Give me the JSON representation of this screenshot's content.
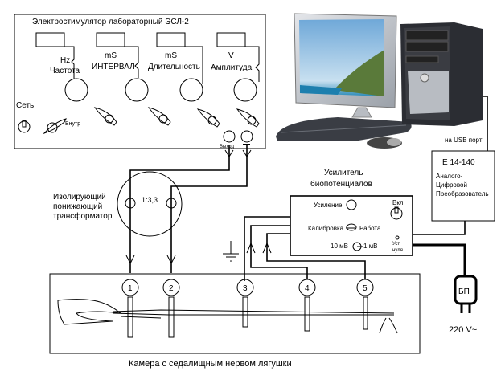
{
  "stimulator": {
    "title": "Электростимулятор лабораторный ЭСЛ-2",
    "controls": [
      {
        "unit": "Hz",
        "label": "Частота"
      },
      {
        "unit": "mS",
        "label": "ИНТЕРВАЛ"
      },
      {
        "unit": "mS",
        "label": "Длительность"
      },
      {
        "unit": "V",
        "label": "Амплитуда"
      }
    ],
    "power_label": "Сеть",
    "internal_label": "Внутр",
    "output_label": "Выход"
  },
  "transformer": {
    "label_lines": [
      "Изолирующий",
      "понижающий",
      "трансформатор"
    ],
    "ratio": "1:3,3"
  },
  "amplifier": {
    "title_lines": [
      "Усилитель",
      "биопотенциалов"
    ],
    "gain_label": "Усиление",
    "on_label": "Вкл",
    "calibration_label": "Калибровка",
    "work_label": "Работа",
    "range_low": "10 мВ",
    "range_high": "1 мВ",
    "zero_lines": [
      "Уст.",
      "нуля"
    ]
  },
  "adc": {
    "model": "E 14-140",
    "label_lines": [
      "Аналого-",
      "Цифровой",
      "Преобразователь"
    ],
    "usb_label": "на USB порт"
  },
  "power_supply": {
    "label": "БП",
    "voltage": "220 V~"
  },
  "chamber": {
    "label": "Камера с седалищным нервом лягушки",
    "electrodes": [
      "1",
      "2",
      "3",
      "4",
      "5"
    ]
  }
}
